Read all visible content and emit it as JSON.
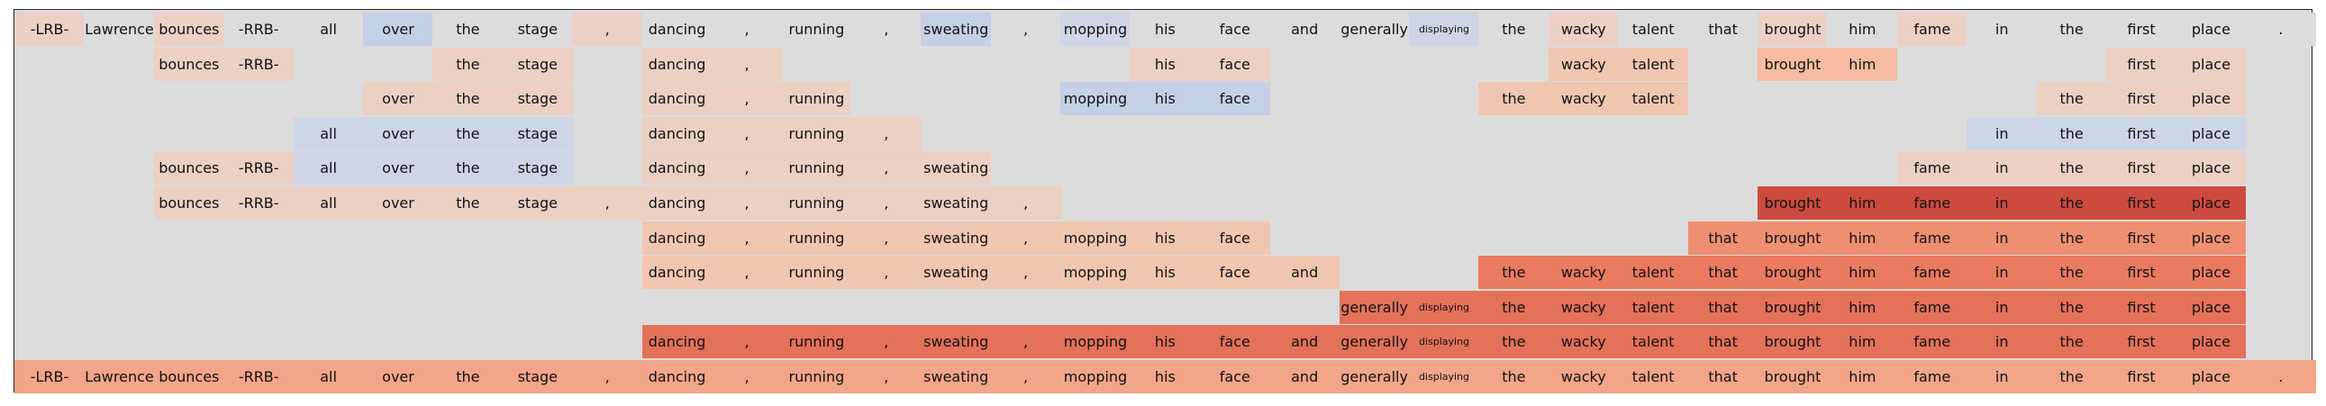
{
  "tokens": [
    "-LRB-",
    "Lawrence",
    "bounces",
    "-RRB-",
    "all",
    "over",
    "the",
    "stage",
    ",",
    "dancing",
    ",",
    "running",
    ",",
    "sweating",
    ",",
    "mopping",
    "his",
    "face",
    "and",
    "generally",
    "displaying",
    "the",
    "wacky",
    "talent",
    "that",
    "brought",
    "him",
    "fame",
    "in",
    "the",
    "first",
    "place",
    "."
  ],
  "palette": {
    "bg": "#dcdcdc",
    "0": "#dcdcdc",
    "b1": "#cdd6e6",
    "b2": "#c4d0e6",
    "r1": "#ecd0c4",
    "r2": "#f0c6b1",
    "r3": "#f5bca1",
    "r4": "#f3a589",
    "r5": "#ef8f71",
    "r6": "#ea7a60",
    "r7": "#e4715a",
    "r8": "#cd4a3f"
  },
  "rows": [
    [
      "r1",
      "0",
      "r1",
      "0",
      "0",
      "b2",
      "0",
      "0",
      "r1",
      "0",
      "0",
      "0",
      "0",
      "b2",
      "0",
      "b1",
      "0",
      "0",
      "0",
      "0",
      "b1",
      "0",
      "r1",
      "0",
      "0",
      "r1",
      "0",
      "r1",
      "0",
      "0",
      "0",
      "0",
      "0"
    ],
    [
      "",
      "",
      "r1",
      "r1",
      "",
      "",
      "r1",
      "r1",
      "",
      "r1",
      "r1",
      "",
      "",
      "",
      "",
      "",
      "r1",
      "r1",
      "",
      "",
      "",
      "",
      "r2",
      "r2",
      "",
      "r3",
      "r3",
      "",
      "",
      "",
      "r1",
      "r1",
      ""
    ],
    [
      "",
      "",
      "",
      "",
      "",
      "r1",
      "r1",
      "r1",
      "",
      "r1",
      "r1",
      "r1",
      "",
      "",
      "",
      "b2",
      "b2",
      "b2",
      "",
      "",
      "",
      "r2",
      "r2",
      "r2",
      "",
      "",
      "",
      "",
      "",
      "r1",
      "r1",
      "r1",
      ""
    ],
    [
      "",
      "",
      "",
      "",
      "b1",
      "b1",
      "b1",
      "b1",
      "",
      "r1",
      "r1",
      "r1",
      "r1",
      "",
      "",
      "",
      "",
      "",
      "",
      "",
      "",
      "",
      "",
      "",
      "",
      "",
      "",
      "",
      "b1",
      "b1",
      "b1",
      "b1",
      ""
    ],
    [
      "",
      "",
      "r1",
      "r1",
      "b1",
      "b1",
      "b1",
      "b1",
      "",
      "r1",
      "r1",
      "r1",
      "r1",
      "r1",
      "",
      "",
      "",
      "",
      "",
      "",
      "",
      "",
      "",
      "",
      "",
      "",
      "",
      "r1",
      "r1",
      "r1",
      "r1",
      "r1",
      ""
    ],
    [
      "",
      "",
      "r1",
      "r1",
      "r1",
      "r1",
      "r1",
      "r1",
      "r1",
      "r1",
      "r1",
      "r1",
      "r1",
      "r1",
      "r1",
      "",
      "",
      "",
      "",
      "",
      "",
      "",
      "",
      "",
      "",
      "r8",
      "r8",
      "r8",
      "r8",
      "r8",
      "r8",
      "r8",
      ""
    ],
    [
      "",
      "",
      "",
      "",
      "",
      "",
      "",
      "",
      "",
      "r2",
      "r2",
      "r2",
      "r2",
      "r2",
      "r2",
      "r2",
      "r2",
      "r2",
      "",
      "",
      "",
      "",
      "",
      "",
      "r5",
      "r5",
      "r5",
      "r5",
      "r5",
      "r5",
      "r5",
      "r5",
      ""
    ],
    [
      "",
      "",
      "",
      "",
      "",
      "",
      "",
      "",
      "",
      "r2",
      "r2",
      "r2",
      "r2",
      "r2",
      "r2",
      "r2",
      "r2",
      "r2",
      "r2",
      "",
      "",
      "r6",
      "r6",
      "r6",
      "r6",
      "r6",
      "r6",
      "r6",
      "r6",
      "r6",
      "r6",
      "r6",
      ""
    ],
    [
      "",
      "",
      "",
      "",
      "",
      "",
      "",
      "",
      "",
      "",
      "",
      "",
      "",
      "",
      "",
      "",
      "",
      "",
      "",
      "r7",
      "r7",
      "r7",
      "r7",
      "r7",
      "r7",
      "r7",
      "r7",
      "r7",
      "r7",
      "r7",
      "r7",
      "r7",
      ""
    ],
    [
      "",
      "",
      "",
      "",
      "",
      "",
      "",
      "",
      "",
      "r7",
      "r7",
      "r7",
      "r7",
      "r7",
      "r7",
      "r7",
      "r7",
      "r7",
      "r7",
      "r7",
      "r7",
      "r7",
      "r7",
      "r7",
      "r7",
      "r7",
      "r7",
      "r7",
      "r7",
      "r7",
      "r7",
      "r7",
      ""
    ],
    [
      "r4",
      "r4",
      "r4",
      "r4",
      "r4",
      "r4",
      "r4",
      "r4",
      "r4",
      "r4",
      "r4",
      "r4",
      "r4",
      "r4",
      "r4",
      "r4",
      "r4",
      "r4",
      "r4",
      "r4",
      "r4",
      "r4",
      "r4",
      "r4",
      "r4",
      "r4",
      "r4",
      "r4",
      "r4",
      "r4",
      "r4",
      "r4",
      "r4"
    ]
  ]
}
